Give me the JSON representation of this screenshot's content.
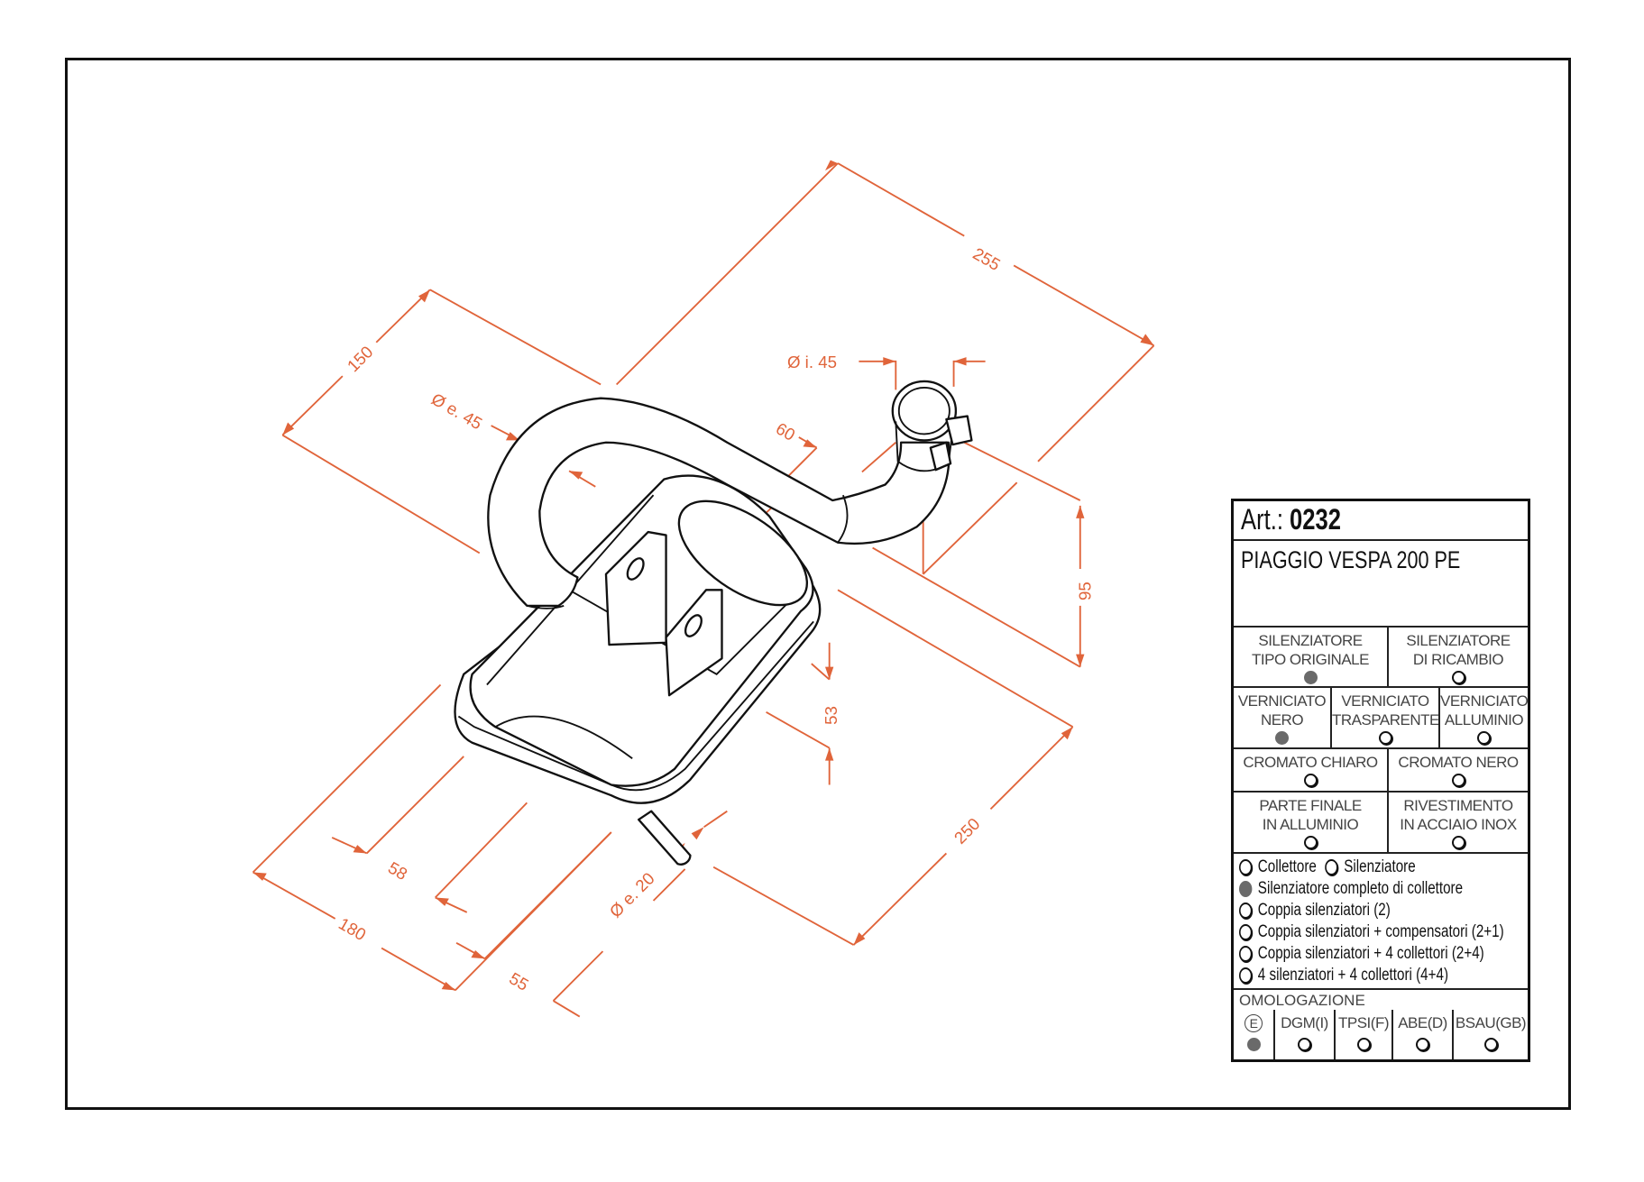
{
  "dimensions": {
    "d255": "255",
    "d150": "150",
    "ext_diam_pipe": "Ø e. 45",
    "d60": "60",
    "int_diam_inlet": "Ø i. 45",
    "d95": "95",
    "d53": "53",
    "d250": "250",
    "d180": "180",
    "d58": "58",
    "d55": "55",
    "ext_diam_outlet": "Ø e. 20"
  },
  "colors": {
    "dimension": "#e0643a",
    "selected": "#6a6a6a"
  },
  "table": {
    "art_label": "Art.:",
    "art_number": "0232",
    "model": "PIAGGIO VESPA 200 PE",
    "type_options": [
      {
        "label": "SILENZIATORE\nTIPO ORIGINALE",
        "selected": true
      },
      {
        "label": "SILENZIATORE\nDI RICAMBIO",
        "selected": false
      }
    ],
    "paint_options": [
      {
        "label": "VERNICIATO\nNERO",
        "selected": true
      },
      {
        "label": "VERNICIATO\nTRASPARENTE",
        "selected": false
      },
      {
        "label": "VERNICIATO\nALLUMINIO",
        "selected": false
      }
    ],
    "chrome_options": [
      {
        "label": "CROMATO CHIARO",
        "selected": false
      },
      {
        "label": "CROMATO NERO",
        "selected": false
      }
    ],
    "finish_options": [
      {
        "label": "PARTE FINALE\nIN ALLUMINIO",
        "selected": false
      },
      {
        "label": "RIVESTIMENTO\nIN ACCIAIO INOX",
        "selected": false
      }
    ],
    "kit_options": [
      {
        "label": "Collettore",
        "selected": false
      },
      {
        "label": "Silenziatore",
        "selected": false
      },
      {
        "label": "Silenziatore completo di collettore",
        "selected": true
      },
      {
        "label": "Coppia silenziatori (2)",
        "selected": false
      },
      {
        "label": "Coppia silenziatori + compensatori (2+1)",
        "selected": false
      },
      {
        "label": "Coppia silenziatori + 4 collettori (2+4)",
        "selected": false
      },
      {
        "label": "4 silenziatori + 4 collettori (4+4)",
        "selected": false
      }
    ],
    "homologation_title": "OMOLOGAZIONE",
    "homologation": [
      {
        "label": "E",
        "selected": true
      },
      {
        "label": "DGM(I)",
        "selected": false
      },
      {
        "label": "TPSI(F)",
        "selected": false
      },
      {
        "label": "ABE(D)",
        "selected": false
      },
      {
        "label": "BSAU(GB)",
        "selected": false
      }
    ]
  }
}
